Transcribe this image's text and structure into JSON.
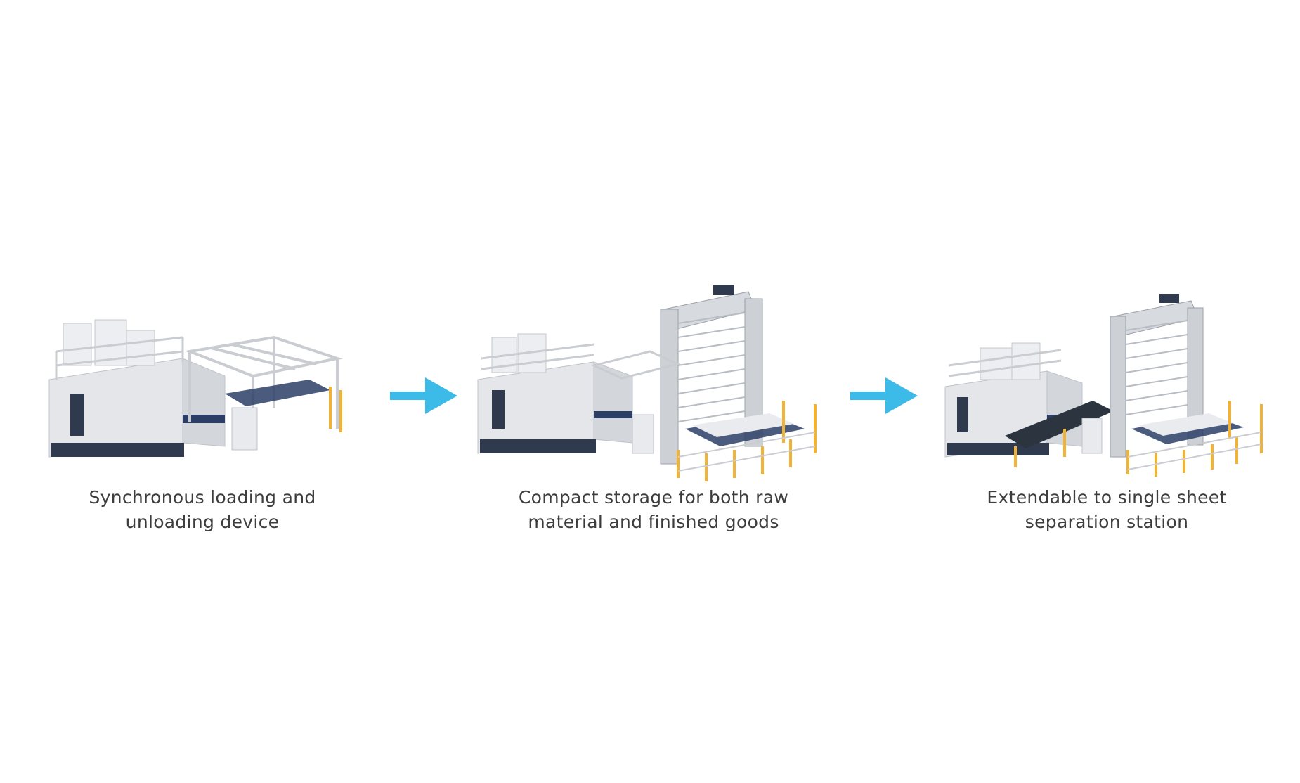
{
  "colors": {
    "accent_arrow": "#3dbbe8",
    "machine_body": "#e4e6e9",
    "machine_dark": "#2f3a4f",
    "rail": "#c9ccd1",
    "safety_yellow": "#f2b233",
    "navy_band": "#2c3e66"
  },
  "stages": [
    {
      "caption_line1": "Synchronous loading and",
      "caption_line2": "unloading device",
      "icon": "laser-cutter-with-loader-illustration"
    },
    {
      "caption_line1": "Compact storage for both raw",
      "caption_line2": "material and finished goods",
      "icon": "laser-cutter-with-storage-tower-illustration"
    },
    {
      "caption_line1": "Extendable to single sheet",
      "caption_line2": "separation station",
      "icon": "laser-cutter-with-sheet-separation-illustration"
    }
  ],
  "arrows": [
    {
      "icon": "arrow-right-icon"
    },
    {
      "icon": "arrow-right-icon"
    }
  ]
}
